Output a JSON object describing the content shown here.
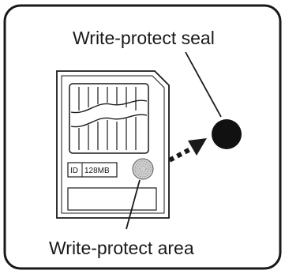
{
  "labels": {
    "seal": "Write-protect seal",
    "area": "Write-protect area"
  },
  "card": {
    "id_text": "ID",
    "capacity_text": "128MB"
  },
  "colors": {
    "ink": "#1a1a1a",
    "background": "#ffffff",
    "seal_fill": "#111111"
  }
}
